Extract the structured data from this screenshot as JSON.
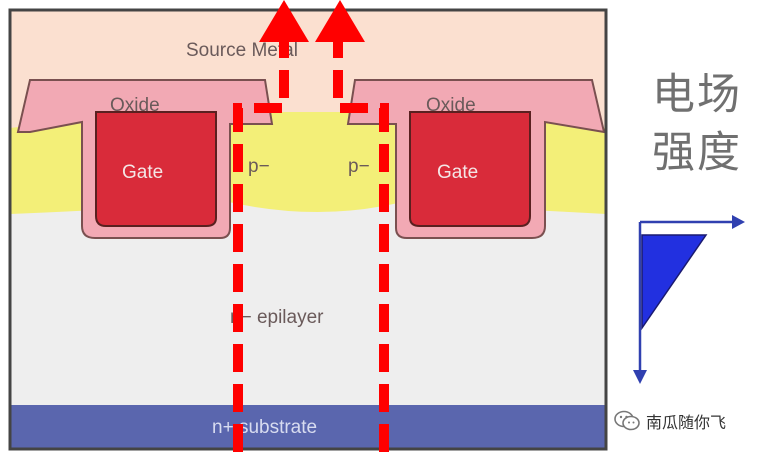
{
  "labels": {
    "source_metal": "Source Metal",
    "oxide_left": "Oxide",
    "oxide_right": "Oxide",
    "gate_left": "Gate",
    "gate_right": "Gate",
    "p_left": "p−",
    "p_right": "p−",
    "epilayer": "n−  epilayer",
    "substrate": "n+   substrate"
  },
  "side_title": {
    "line1": "电场",
    "line2": "强度"
  },
  "watermark": {
    "text": "南瓜随你飞",
    "icon": "wechat-icon"
  },
  "colors": {
    "source_metal": "#fbe0d0",
    "oxide": "#f2a9b4",
    "gate": "#d92b3a",
    "p_body": "#f3ef78",
    "epilayer": "#eeeeee",
    "substrate": "#5a66ae",
    "current_path": "#ff0000",
    "field_triangle": "#2230e0",
    "axis": "#3040b0"
  }
}
